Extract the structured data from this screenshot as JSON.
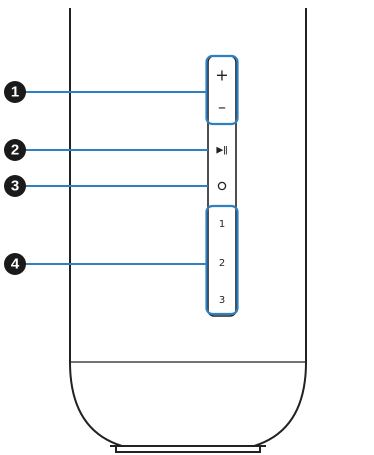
{
  "controls": {
    "volume_up": "+",
    "volume_down": "–",
    "play_pause": "▶ǁ",
    "preset_1": "1",
    "preset_2": "2",
    "preset_3": "3"
  },
  "callouts": [
    {
      "number": "1"
    },
    {
      "number": "2"
    },
    {
      "number": "3"
    },
    {
      "number": "4"
    }
  ],
  "colors": {
    "highlight": "#2f7fc1",
    "outline": "#222222",
    "badge": "#1a1a1a"
  },
  "icons": {
    "connect_button": "circle-icon"
  }
}
